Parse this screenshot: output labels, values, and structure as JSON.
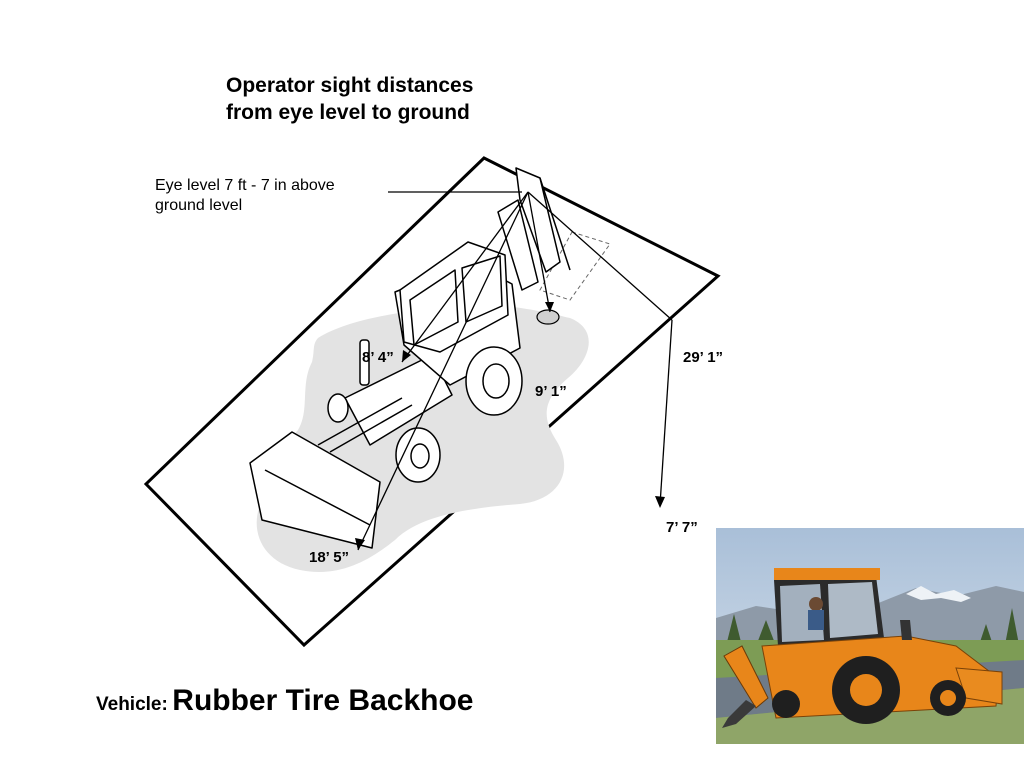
{
  "title_line1": "Operator sight distances",
  "title_line2": "from  eye level to ground",
  "eye_level_line1": "Eye level 7 ft - 7 in above",
  "eye_level_line2": "ground level",
  "dimensions": {
    "front_left": "8’ 4”",
    "side": "9’ 1”",
    "rear": "29’ 1”",
    "eye_height": "7’ 7”",
    "front": "18’ 5”"
  },
  "vehicle_label": "Vehicle:",
  "vehicle_name": "Rubber Tire Backhoe",
  "photo_alt": "Orange rubber tire backhoe with operator in cab",
  "colors": {
    "blind_zone": "#e3e3e3",
    "machine_photo": "#e8861a",
    "sky": "#c5d5e6",
    "grass": "#7d9c55"
  }
}
